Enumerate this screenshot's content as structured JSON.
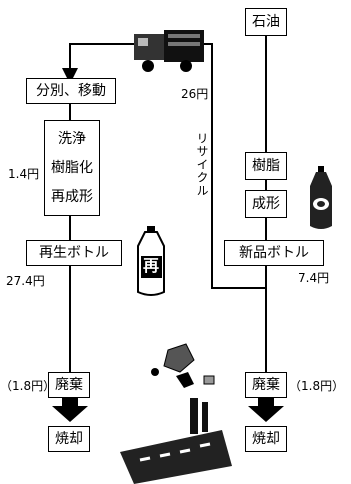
{
  "nodes": {
    "oil": "石油",
    "sort_move": "分別、移動",
    "process": [
      "洗浄",
      "樹脂化",
      "再成形"
    ],
    "resin": "樹脂",
    "molding": "成形",
    "recycled_bottle": "再生ボトル",
    "new_bottle": "新品ボトル",
    "disposal_left": "廃棄",
    "disposal_right": "廃棄",
    "incinerate_left": "焼却",
    "incinerate_right": "焼却"
  },
  "costs": {
    "collection": "26円",
    "processing": "1.4円",
    "recycled_bottle": "27.4円",
    "new_bottle": "7.4円",
    "disposal_left": "（1.8円）",
    "disposal_right": "（1.8円）"
  },
  "labels": {
    "recycle": "リサイクル",
    "recycled_mark": "再"
  }
}
